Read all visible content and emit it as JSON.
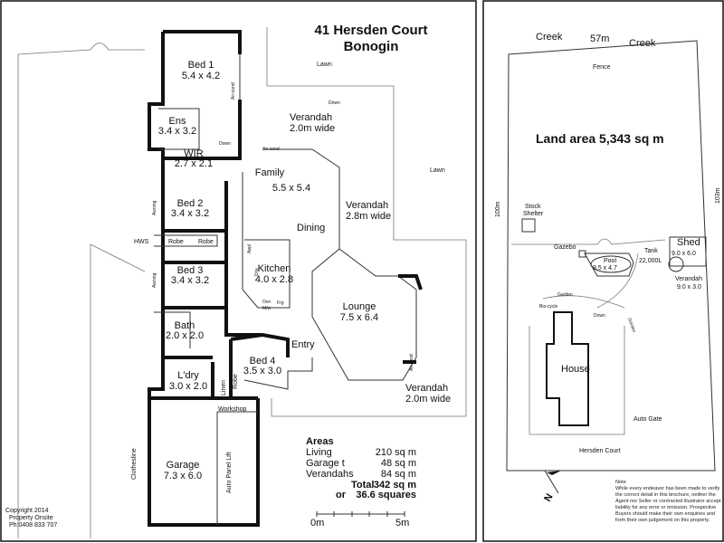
{
  "title": {
    "line1": "41 Hersden Court",
    "line2": "Bonogin"
  },
  "rooms": [
    {
      "name": "Bed 1",
      "size": "5.4 x 4.2"
    },
    {
      "name": "Ens",
      "size": "3.4 x 3.2"
    },
    {
      "name": "WIR",
      "size": "2.7 x 2.1"
    },
    {
      "name": "Bed 2",
      "size": "3.4 x 3.2"
    },
    {
      "name": "Bed 3",
      "size": "3.4 x 3.2"
    },
    {
      "name": "Bath",
      "size": "2.0 x 2.0"
    },
    {
      "name": "L'dry",
      "size": "3.0 x 2.0"
    },
    {
      "name": "Bed 4",
      "size": "3.5 x 3.0"
    },
    {
      "name": "Garage",
      "size": "7.3 x 6.0"
    },
    {
      "name": "Family",
      "size": "5.5 x 5.4"
    },
    {
      "name": "Kitchen",
      "size": "4.0 x 2.8"
    },
    {
      "name": "Lounge",
      "size": "7.5 x 6.4"
    }
  ],
  "labels": {
    "lawn1": "Lawn",
    "lawn2": "Lawn",
    "down1": "Down",
    "down2": "Down",
    "verandah1": "Verandah",
    "verandah1_w": "2.0m wide",
    "verandah2": "Verandah",
    "verandah2_w": "2.8m wide",
    "verandah3": "Verandah",
    "verandah3_w": "2.0m wide",
    "dining": "Dining",
    "entry": "Entry",
    "aircond1": "Air-cond",
    "aircond2": "Air-cond",
    "aircond3": "Air-cond",
    "awning1": "Awning",
    "awning2": "Awning",
    "hws": "HWS",
    "robe1": "Robe",
    "robe2": "Robe",
    "robe3": "Robe",
    "linen": "Linen",
    "workshop": "Workshop",
    "auto_lift": "Auto Panel Lift",
    "clothesline": "Clothesline",
    "appl": "Appl",
    "dw": "D/w",
    "ovn": "Ovn",
    "mw": "M/w",
    "frg": "Frg"
  },
  "areas": {
    "heading": "Areas",
    "rows": [
      {
        "label": "Living",
        "value": "210 sq m"
      },
      {
        "label": "Garage t",
        "value": "48 sq m"
      },
      {
        "label": "Verandahs",
        "value": "84 sq m"
      }
    ],
    "total_label": "Total",
    "total_value": "342 sq m",
    "or_label": "or",
    "or_value": "36.6 squares"
  },
  "scale": {
    "start": "0m",
    "end": "5m"
  },
  "copyright": {
    "line1": "Copyright 2014",
    "line2": "Property Onsite",
    "line3": "Ph:0408 833 707"
  },
  "site": {
    "creek1": "Creek",
    "creek2": "Creek",
    "width_top": "57m",
    "fence": "Fence",
    "land_area": "Land area 5,343 sq m",
    "left_dim": "100m",
    "right_dim": "103m",
    "stock": "Stock",
    "shelter": "Shelter",
    "gazebo": "Gazebo",
    "pool": "Pool",
    "pool_size": "9.5 x 4.7",
    "tank": "Tank",
    "tank_size": "22,000L",
    "shed": "Shed",
    "shed_size": "9.0 x 6.0",
    "verandah": "Verandah",
    "verandah_size": "9.0 x 3.0",
    "garden1": "Garden",
    "garden2": "Garden",
    "biocycle": "Bio-cycle",
    "down": "Down",
    "house": "House",
    "auto_gate": "Auto Gate",
    "street": "Hersden Court",
    "north": "N"
  },
  "note": {
    "heading": "Note",
    "body": "While every endeavor has been made to verify the correct detail in this brochure, neither the Agent nor Seller or contracted illustrator accept liability for any error or omission. Prospective Buyers should make their own enquiries and form their own judgement on this property."
  }
}
